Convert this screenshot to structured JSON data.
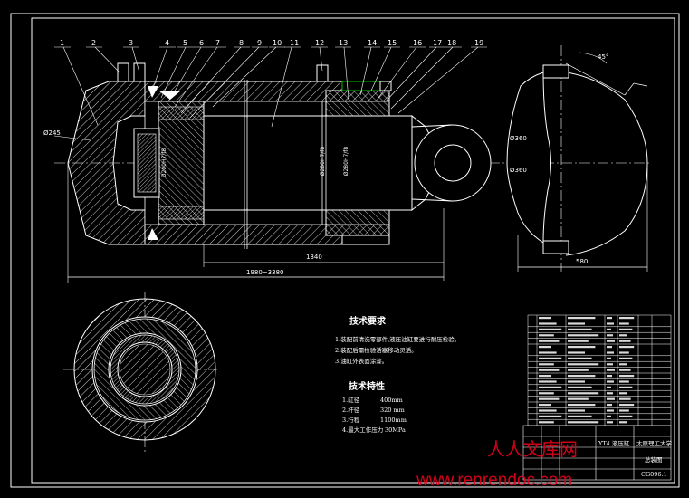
{
  "part_numbers": [
    "1",
    "2",
    "3",
    "4",
    "5",
    "6",
    "7",
    "8",
    "9",
    "10",
    "11",
    "12",
    "13",
    "14",
    "15",
    "16",
    "17",
    "18",
    "19"
  ],
  "dimensions": {
    "left_dim": "Ø245",
    "stroke_dim": "1340",
    "total_length": "1980~3380",
    "side_angle": "45°",
    "side_r1": "Ø360",
    "side_r2": "Ø360",
    "side_width": "580",
    "bore_dia_1": "Ø280H7/f8",
    "bore_dia_2": "Ø280H7/f8",
    "piston_dia": "Ø200H7/f8"
  },
  "tech_requirements": {
    "title": "技术要求",
    "items": [
      "1.装配前清洗零部件,液压油缸要进行耐压检验。",
      "2.装配后需检验活塞移动灵活。",
      "3.油缸外表面涂漆。"
    ]
  },
  "tech_specs": {
    "title": "技术特性",
    "rows": [
      {
        "label": "1.缸径",
        "value": "400mm"
      },
      {
        "label": "2.杆径",
        "value": "320 mm"
      },
      {
        "label": "3.行程",
        "value": "1100mm"
      },
      {
        "label": "4.最大工作压力",
        "value": "30MPa"
      }
    ]
  },
  "title_block": {
    "drawing_name": "YT4 液压缸",
    "school": "太原理工大学",
    "sheet_label": "总装图",
    "drawing_no": "CG096.1"
  },
  "watermark": {
    "brand": "人人文库网",
    "url": "www.renrendoc.com"
  },
  "colors": {
    "background": "#000000",
    "lines": "#ffffff",
    "accent_green": "#00c000",
    "watermark_red": "#e8001c"
  }
}
